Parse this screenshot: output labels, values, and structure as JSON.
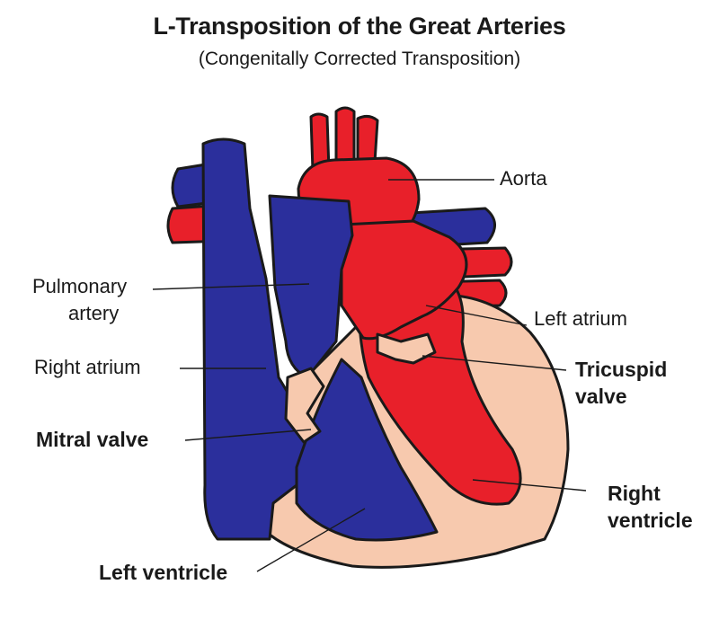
{
  "title": "L-Transposition of the Great Arteries",
  "subtitle": "(Congenitally Corrected Transposition)",
  "colors": {
    "blood_red": "#e8202a",
    "blood_blue": "#2b2f9c",
    "muscle": "#f7c9ae",
    "outline": "#1a1a1a"
  },
  "labels": {
    "aorta": "Aorta",
    "pulmonary_artery_line1": "Pulmonary",
    "pulmonary_artery_line2": "artery",
    "left_atrium": "Left atrium",
    "right_atrium": "Right atrium",
    "tricuspid_valve_line1": "Tricuspid",
    "tricuspid_valve_line2": "valve",
    "mitral_valve": "Mitral valve",
    "right_ventricle_line1": "Right",
    "right_ventricle_line2": "ventricle",
    "left_ventricle": "Left ventricle"
  }
}
